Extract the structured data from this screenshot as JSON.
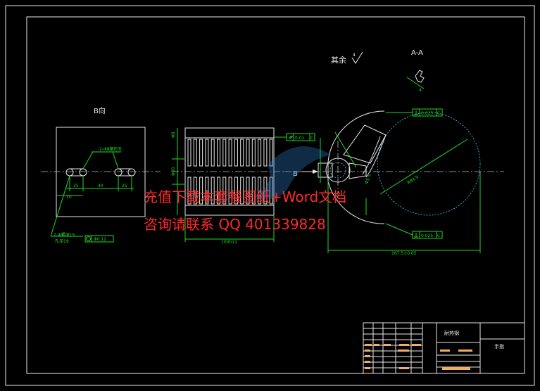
{
  "view_b_label": "B向",
  "surface_note": "其余",
  "surface_value": "4",
  "section_label": "A-A",
  "b_arrow_label": "B",
  "dims": {
    "slot_holes": "2-Φ8腰形孔",
    "hole_spacing_left": "25",
    "hole_spacing_mid": "40",
    "hole_spacing_right": "25",
    "hole_offset": "30",
    "counterbore_note": "2-Φ螺深15",
    "hole_depth_note": "孔深19",
    "position_tol": "Φ0.12",
    "height_dim": "Φ8",
    "side_dim": "Φ60",
    "parallel_tol": "0.01",
    "parallel_datum": "C",
    "length_dim": "100h11",
    "perp_tol_top": "0.025",
    "perp_tol_bottom": "0.025",
    "tol_datum": "C",
    "overall_width": "167.5±0.05",
    "radius_dim": "R84.9",
    "inner_dim": "Φ5.5"
  },
  "title_block": {
    "material": "耐热钢",
    "drawing_name": "手指"
  },
  "watermark": {
    "line1": "充值下载本套餐图纸+Word文档",
    "line2": "咨询请联系 QQ 401339828"
  }
}
